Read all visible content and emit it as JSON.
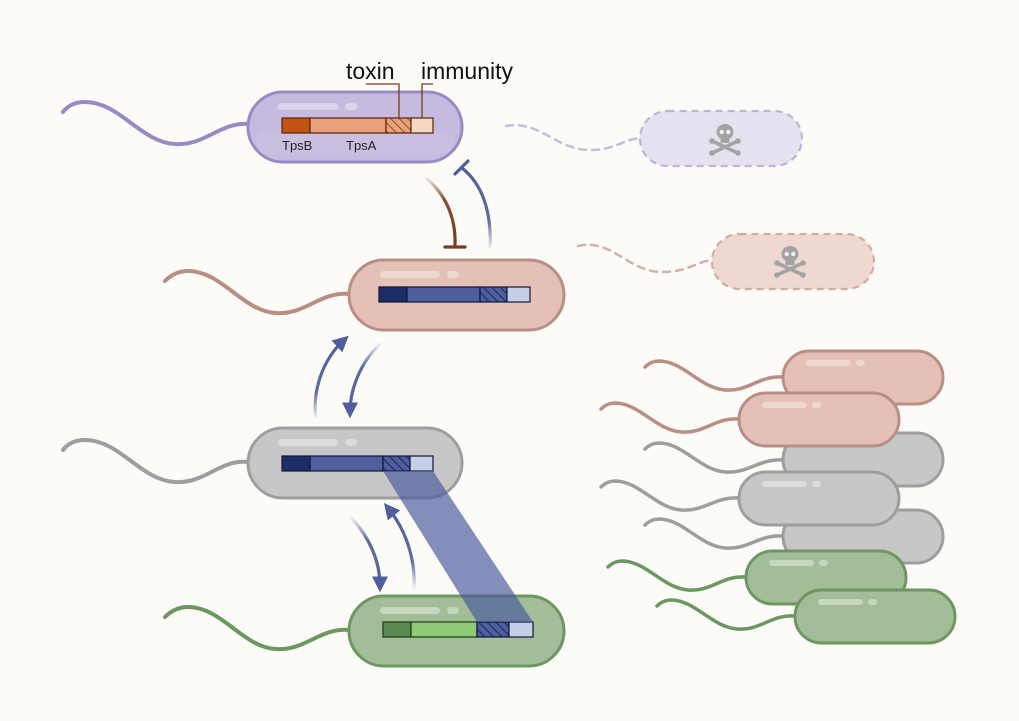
{
  "labels": {
    "toxin": "toxin",
    "immunity": "immunity",
    "tpsB": "TpsB",
    "tpsA": "TpsA"
  },
  "colors": {
    "background": "#fcfbf7",
    "purple_cell": "#c7badf",
    "purple_outline": "#9a8ac4",
    "pink_cell": "#e4c0b6",
    "pink_outline": "#b98f85",
    "gray_cell": "#c7c7c7",
    "gray_outline": "#9e9e9e",
    "green_cell": "#a3bd98",
    "green_outline": "#6c9760",
    "orange_gene_dark": "#c25411",
    "orange_gene": "#e8a27b",
    "navy_gene_dark": "#1c2d67",
    "navy_gene": "#4f5e9c",
    "green_gene_dark": "#5b8a50",
    "green_gene": "#8fca77",
    "immunity_light_blue": "#c6cfe6",
    "immunity_light_orange": "#f4d8c2",
    "arrow_blue": "#4f5e9c",
    "arrow_brown": "#7a3a22",
    "transfer_band": "#4a5a9c",
    "skull": "#a3a3a3"
  },
  "icons": {
    "dead_cell_marker": "skull-crossbones-icon"
  }
}
